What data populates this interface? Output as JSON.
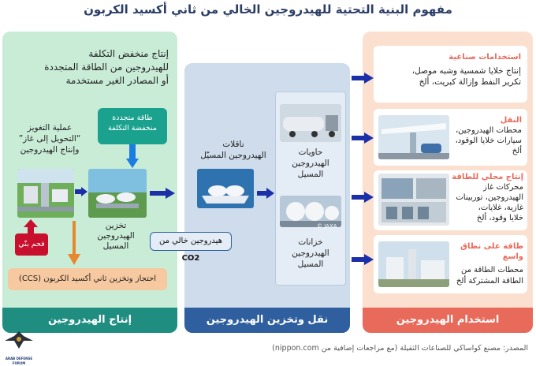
{
  "title": "مفهوم البنية التحتية للهيدروجين الخالي من ثاني أكسيد الكربون",
  "production": {
    "footer": "إنتاج الهيدروجين",
    "intro_lines": [
      "إنتاج منخفض التكلفة",
      "للهيدروجين من الطاقة المتجددة",
      "أو المصادر الغير مستخدمة"
    ],
    "renewable_lines": [
      "طاقة متجددة",
      "منخفضة التكلفة"
    ],
    "gasification_lines": [
      "عملية التغويز",
      "“التحويل إلى غاز”",
      "وإنتاج الهيدروجين"
    ],
    "storage_lines": [
      "تخزين",
      "الهيدروجين",
      "المسيل"
    ],
    "coal": "فحم بنّي",
    "ccs": "احتجاز وتخزين ثاني أكسيد الكربون (CCS)"
  },
  "transport": {
    "footer": "نقل وتخزين الهيدروجين",
    "carriers_lines": [
      "ناقلات",
      "الهيدروجين المسيّل"
    ],
    "containers_lines": [
      "حاويات",
      "الهيدروجين",
      "المسيل"
    ],
    "tanks_lines": [
      "خزانات",
      "الهيدروجين",
      "المسيل"
    ],
    "co2_free": "هيدروجين خالي من",
    "co2_label": "CO2",
    "jaxa": "© JAXA"
  },
  "usage": {
    "footer": "استخدام الهيدروجين",
    "industrial": {
      "head": "استخدامات صناعية",
      "lines": [
        "إنتاج خلايا شمسية وشبه موصل،",
        "تكرير النفط وإزالة كبريت، ألخ"
      ]
    },
    "transport": {
      "head": "النقل",
      "lines": [
        "محطات الهيدروجين،",
        "سيارات خلايا الوقود،",
        "ألخ"
      ]
    },
    "local_power": {
      "head": "إنتاج محلي للطاقة",
      "lines": [
        "محركات غاز",
        "الهيدروجين، توربينات",
        "غازية، غلايات،",
        "خلايا وقود، ألخ"
      ]
    },
    "large_power": {
      "head": "طاقة على نطاق واسع",
      "lines": [
        "محطات الطاقة من",
        "الطاقة المشتركة ألخ"
      ]
    }
  },
  "source": "المصدر: مصنع كواساكي للصناعات الثقيلة (مع مراجعات إضافية من nippon.com)",
  "logo_text": "ARAB DEFENSE FORUM",
  "colors": {
    "accent_green": "#1f8d80",
    "accent_blue": "#2f5f9e",
    "accent_red": "#e86a5a",
    "arrow_blue": "#1a2fa8",
    "arrow_orange": "#e8882e"
  }
}
